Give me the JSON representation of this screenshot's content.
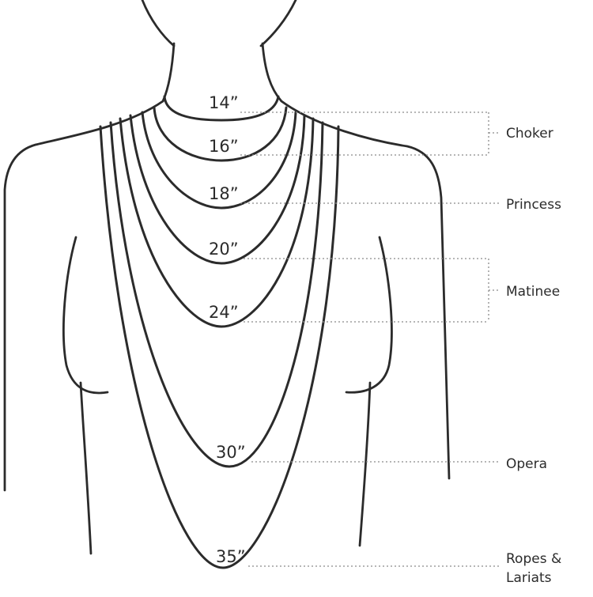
{
  "necklace_lengths": [
    {
      "label": "14”",
      "inches": 14
    },
    {
      "label": "16”",
      "inches": 16
    },
    {
      "label": "18”",
      "inches": 18
    },
    {
      "label": "20”",
      "inches": 20
    },
    {
      "label": "24”",
      "inches": 24
    },
    {
      "label": "30”",
      "inches": 30
    },
    {
      "label": "35”",
      "inches": 35
    }
  ],
  "categories": [
    {
      "label": "Choker",
      "lengths": [
        "14”",
        "16”"
      ]
    },
    {
      "label": "Princess",
      "lengths": [
        "18”"
      ]
    },
    {
      "label": "Matinee",
      "lengths": [
        "20”",
        "24”"
      ]
    },
    {
      "label": "Opera",
      "lengths": [
        "30”"
      ]
    },
    {
      "label": "Ropes &",
      "label_line2": "Lariats",
      "lengths": [
        "35”"
      ]
    }
  ],
  "colors": {
    "line": "#2b2b2b",
    "leader": "#8a8a8a",
    "background": "#ffffff"
  }
}
